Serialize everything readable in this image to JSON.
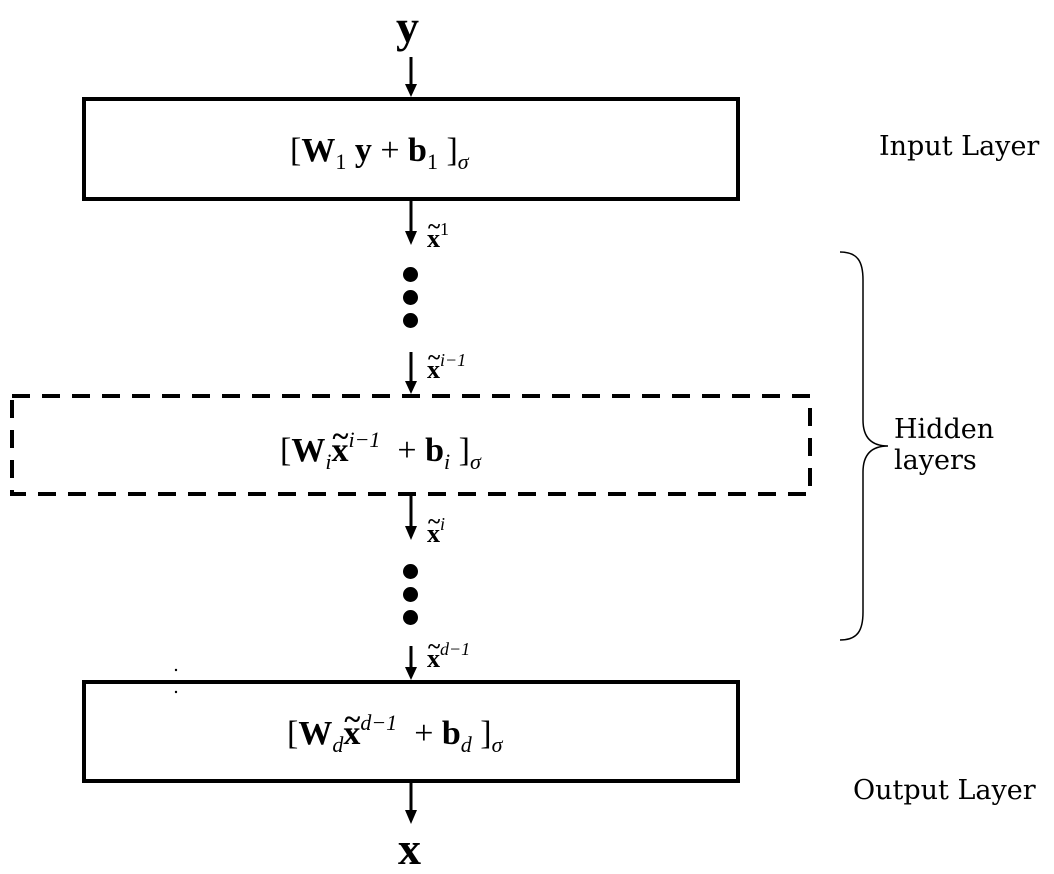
{
  "diagram": {
    "type": "neural-network-layer-stack",
    "input_symbol": "y",
    "output_symbol": "x",
    "layers": [
      {
        "id": "input",
        "style": "solid",
        "formula": {
          "open": "[",
          "W": "W",
          "W_sub": "1",
          "operand": "y",
          "operand_sup": "",
          "plus": "+",
          "b": "b",
          "b_sub": "1",
          "close": "]",
          "act": "σ"
        },
        "side_label": "Input Layer"
      },
      {
        "id": "hidden",
        "style": "dashed",
        "formula": {
          "open": "[",
          "W": "W",
          "W_sub": "i",
          "operand": "x̃",
          "operand_sup": "i−1",
          "plus": "+",
          "b": "b",
          "b_sub": "i",
          "close": "]",
          "act": "σ"
        },
        "side_label": ""
      },
      {
        "id": "output",
        "style": "solid",
        "formula": {
          "open": "[",
          "W": "W",
          "W_sub": "d",
          "operand": "x̃",
          "operand_sup": "d−1",
          "plus": "+",
          "b": "b",
          "b_sub": "d",
          "close": "]",
          "act": "σ"
        },
        "side_label": "Output Layer"
      }
    ],
    "edge_labels": [
      {
        "base": "x",
        "sup": "1"
      },
      {
        "base": "x",
        "sup": "i−1"
      },
      {
        "base": "x",
        "sup": "i"
      },
      {
        "base": "x",
        "sup": "d−1"
      }
    ],
    "ellipsis": "⋮",
    "brace_label_line1": "Hidden",
    "brace_label_line2": "layers"
  }
}
